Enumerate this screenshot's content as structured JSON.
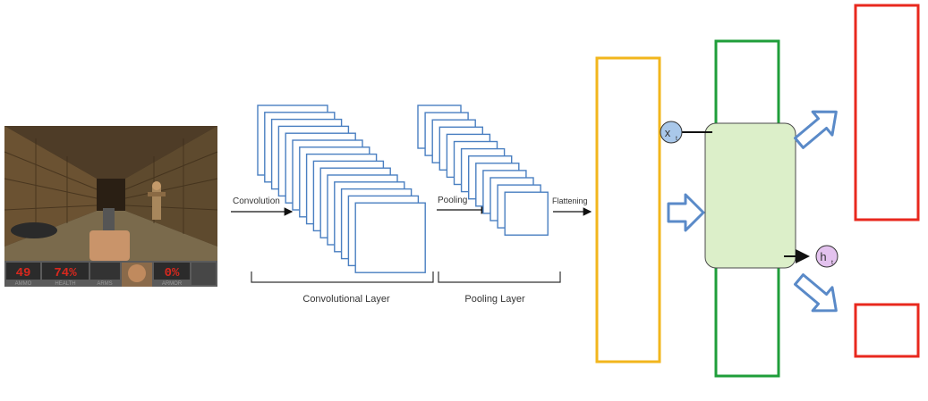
{
  "game_frame": {
    "hud": {
      "ammo_value": "49",
      "health_value": "74%",
      "armor_value": "0%",
      "ammo_label": "AMMO",
      "health_label": "HEALTH",
      "arms_label": "ARMS",
      "armor_label": "ARMOR"
    }
  },
  "cnn": {
    "convolution_label": "Convolution",
    "pooling_label": "Pooling",
    "flattening_label": "Flattening",
    "conv_layer_label": "Convolutional Layer",
    "pool_layer_label": "Pooling Layer"
  },
  "lstm": {
    "input_symbol": "x",
    "input_subscript": "t",
    "output_symbol": "h",
    "output_subscript": "t"
  },
  "colors": {
    "feature_map_border": "#4a7fc1",
    "dense_layer_border": "#f2b61c",
    "lstm_column_border": "#1f9e3a",
    "output_box_border": "#e8281e",
    "lstm_cell_fill": "#dcefc9",
    "arrow_fill": "#ffffff",
    "arrow_stroke": "#5a8ac8",
    "input_node_fill": "#a9c8ea",
    "output_node_fill": "#e3c2ee"
  }
}
